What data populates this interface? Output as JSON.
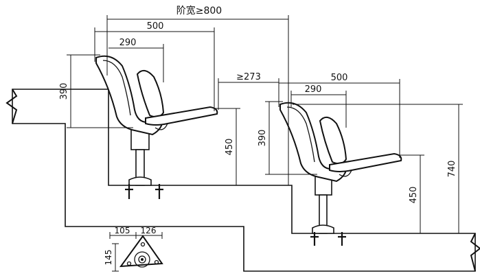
{
  "dimensions": {
    "tread_width_label": "阶宽≥800",
    "seat_depth_label_upper": "500",
    "seat_depth_label_lower": "500",
    "back_depth_label_upper": "290",
    "back_depth_label_lower": "290",
    "clearance_label": "≥273",
    "back_height_label_upper": "390",
    "back_height_label_lower": "390",
    "seat_height_label_upper": "450",
    "seat_height_label_lower": "450",
    "total_height_label": "740",
    "base_offset_label": "105",
    "base_span_label": "126",
    "base_height_label": "145"
  }
}
